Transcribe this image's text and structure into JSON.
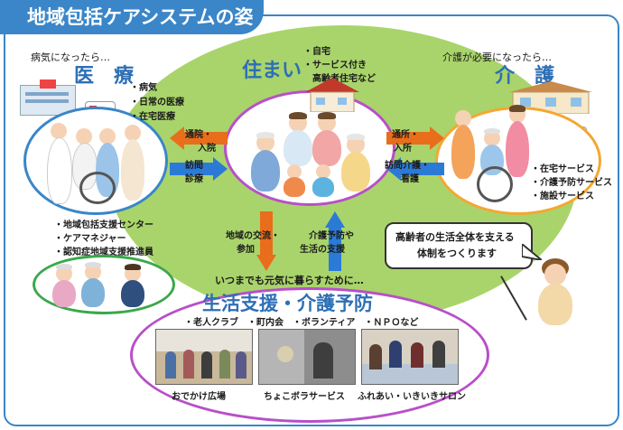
{
  "title": "地域包括ケアシステムの姿",
  "medical": {
    "caption": "病気になったら…",
    "heading": "医　療",
    "items": [
      "・病気",
      "・日常の医療",
      "・在宅医療"
    ]
  },
  "housing": {
    "heading": "住まい",
    "items": [
      "・自宅",
      "・サービス付き",
      "　高齢者住宅など"
    ]
  },
  "care": {
    "caption": "介護が必要になったら…",
    "heading": "介　護",
    "items": [
      "・在宅サービス",
      "・介護予防サービス",
      "・施設サービス"
    ]
  },
  "arrows": {
    "left_top": [
      "通院・",
      "入院"
    ],
    "left_bottom": [
      "訪問",
      "診療"
    ],
    "right_top": [
      "通所・",
      "入所"
    ],
    "right_bottom": [
      "訪問介護・",
      "看護"
    ],
    "down": [
      "地域の交流・",
      "参加"
    ],
    "up": [
      "介護予防や",
      "生活の支援"
    ]
  },
  "support_center": {
    "items": [
      "・地域包括支援センター",
      "・ケアマネジャー",
      "・認知症地域支援推進員"
    ]
  },
  "speech": {
    "lines": [
      "高齢者の生活全体を支える",
      "体制をつくります"
    ]
  },
  "living_support": {
    "caption": "いつまでも元気に暮らすために…",
    "heading": "生活支援・介護予防",
    "items": "・老人クラブ　・町内会　・ボランティア　・ＮＰＯなど",
    "photos": [
      "おでかけ広場",
      "ちょこボラサービス",
      "ふれあい・いきいきサロン"
    ]
  },
  "colors": {
    "primary_blue": "#3a86c8",
    "green_area": "#a9d46b",
    "medical_ring": "#3a86c8",
    "housing_ring": "#b84fc9",
    "care_ring": "#f4a732",
    "support_ring": "#3aa84a",
    "living_ring": "#b84fc9",
    "arrow_orange": "#e86e1c",
    "arrow_blue": "#2b7bd6"
  }
}
